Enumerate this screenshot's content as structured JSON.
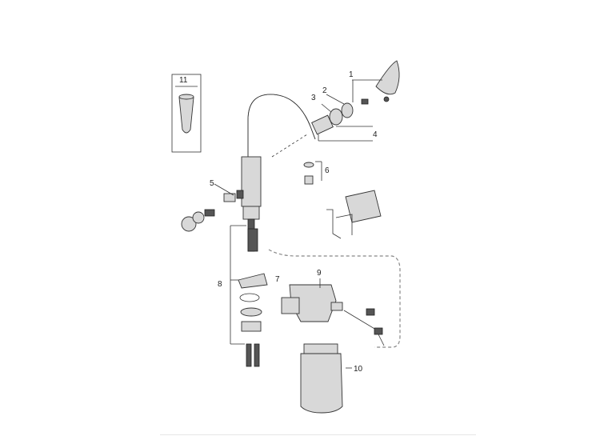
{
  "diagram": {
    "callouts": [
      {
        "id": "callout-1",
        "text": "1"
      },
      {
        "id": "callout-2",
        "text": "2"
      },
      {
        "id": "callout-3",
        "text": "3"
      },
      {
        "id": "callout-4",
        "text": "4"
      },
      {
        "id": "callout-5",
        "text": "5"
      },
      {
        "id": "callout-6",
        "text": "6"
      },
      {
        "id": "callout-7",
        "text": "7"
      },
      {
        "id": "callout-8",
        "text": "8"
      },
      {
        "id": "callout-9",
        "text": "9"
      },
      {
        "id": "callout-10",
        "text": "10"
      },
      {
        "id": "callout-11",
        "text": "11"
      }
    ],
    "colors": {
      "line": "#333333",
      "part_fill": "#d8d8d8",
      "shade": "#555555",
      "hose": "#888888"
    }
  }
}
